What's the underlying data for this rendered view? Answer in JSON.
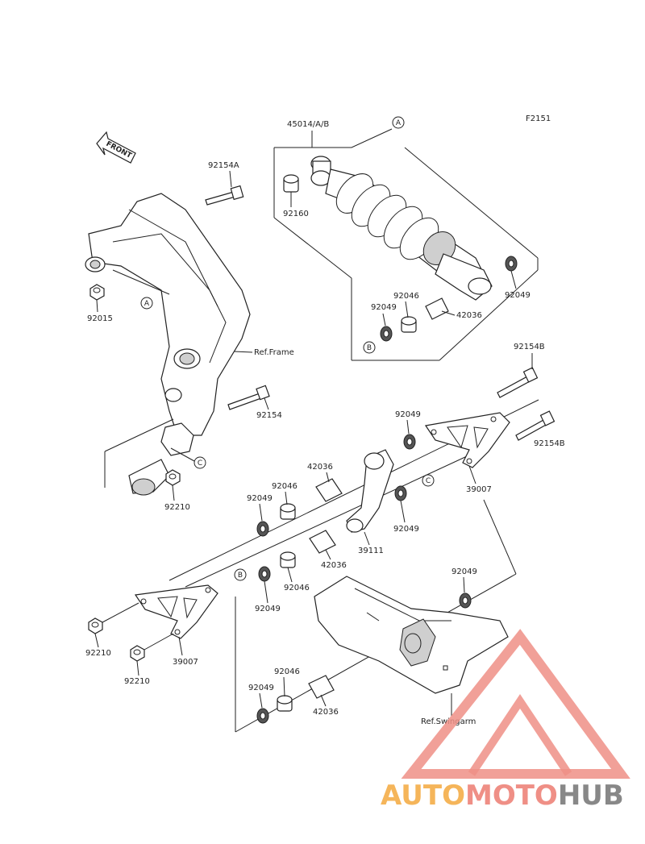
{
  "diagram_code": "F2151",
  "front_label": "FRONT",
  "refs": {
    "frame": "Ref.Frame",
    "swingarm": "Ref.Swingarm",
    "a": "A",
    "b": "B",
    "c": "C"
  },
  "parts": {
    "shock": "45014/A/B",
    "bush_top": "92160",
    "bolt_top": "92154A",
    "nut_top": "92015",
    "spacer_shock": "42036",
    "seal": "92049",
    "bearing": "92046",
    "bolt_long": "92154B",
    "bolt_mid": "92154",
    "nut_bottom": "92210",
    "rod": "39007",
    "rocker": "39111"
  },
  "watermark": {
    "auto": "AUTO",
    "moto": "MOTO",
    "hub": "HUB"
  }
}
